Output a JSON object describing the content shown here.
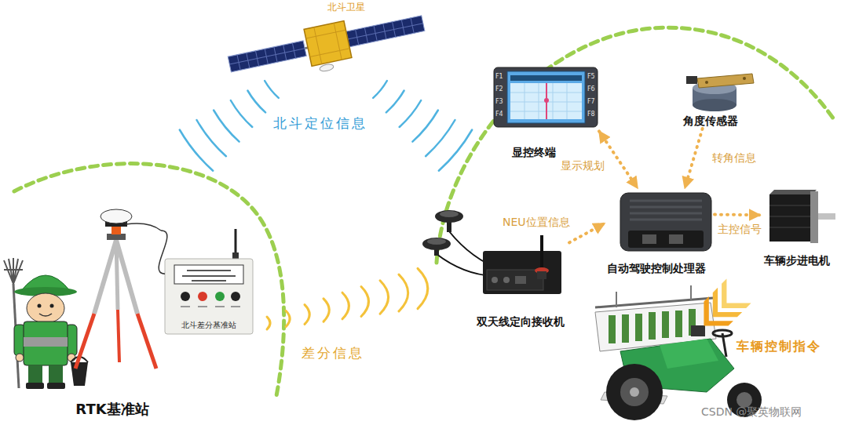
{
  "diagram": {
    "nodes": [
      {
        "text": [
          "北斗卫星"
        ]
      },
      {
        "text": [
          "RTK基准站"
        ]
      },
      {
        "text": [
          "北斗差分基准站"
        ]
      },
      {
        "text": [
          "双天线定向接收机"
        ]
      },
      {
        "text": [
          "显控终端"
        ]
      },
      {
        "text": [
          "角度传感器"
        ]
      },
      {
        "text": [
          "自动驾驶控制处理器"
        ]
      },
      {
        "text": [
          "车辆步进电机"
        ]
      }
    ],
    "edges": [
      {
        "from": 4,
        "to": 6,
        "label": "显示规划",
        "arrow": "both"
      },
      {
        "from": 5,
        "to": 6,
        "label": "转角信息",
        "arrow": "to"
      },
      {
        "from": 6,
        "to": 7,
        "label": "主控信号",
        "arrow": "to"
      },
      {
        "from": 3,
        "to": 6,
        "label": "NEU位置信息",
        "arrow": "to"
      },
      {
        "from": 1,
        "to": 2,
        "arrow": "none"
      }
    ],
    "labels": [
      "北斗定位信息",
      "差分信息",
      "车辆控制指令",
      "F1",
      "F2",
      "F3",
      "F4",
      "F5",
      "F6",
      "F7",
      "F8",
      "CSDN @聚英物联网"
    ]
  }
}
